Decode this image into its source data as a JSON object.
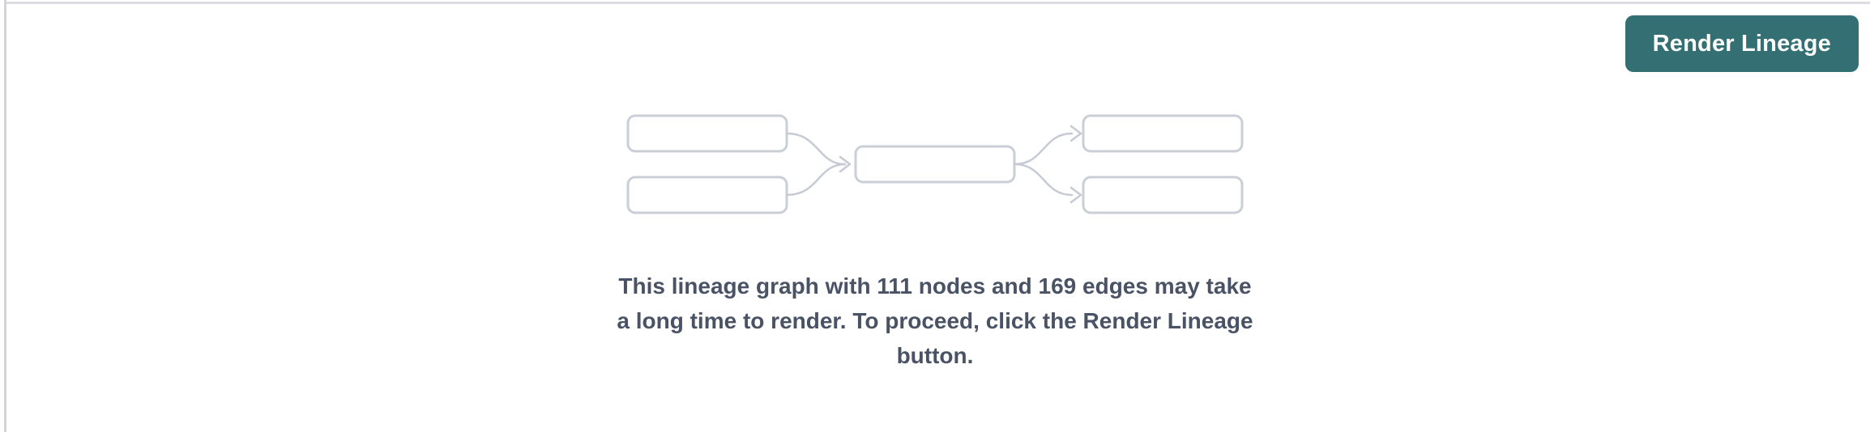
{
  "header": {
    "render_button_label": "Render Lineage"
  },
  "placeholder": {
    "message": "This lineage graph with 111 nodes and 169 edges may take a long time to render. To proceed, click the Render Lineage button.",
    "node_count": 111,
    "edge_count": 169
  },
  "colors": {
    "accent_teal": "#346f74",
    "box_border": "#c9ced7",
    "arrow": "#c5cad4",
    "message_text": "#4a5365",
    "top_border": "#dcdce1",
    "left_border": "#d4d4d8",
    "page_bg": "#ffffff",
    "button_text": "#ffffff"
  }
}
